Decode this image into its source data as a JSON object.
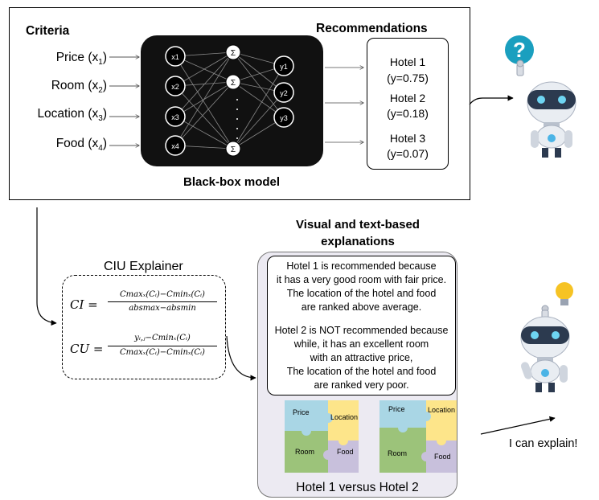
{
  "criteria": {
    "title": "Criteria",
    "items": [
      {
        "name": "Price",
        "sub": "1"
      },
      {
        "name": "Room",
        "sub": "2"
      },
      {
        "name": "Location",
        "sub": "3"
      },
      {
        "name": "Food",
        "sub": "4"
      }
    ]
  },
  "recommendations": {
    "title": "Recommendations",
    "hotels": [
      {
        "name": "Hotel 1",
        "score": "(y=0.75)"
      },
      {
        "name": "Hotel 2",
        "score": "(y=0.18)"
      },
      {
        "name": "Hotel 3",
        "score": "(y=0.07)"
      }
    ]
  },
  "black_box": {
    "label": "Black-box model",
    "inputs": [
      "x1",
      "x2",
      "x3",
      "x4"
    ],
    "outputs": [
      "y1",
      "y2",
      "y3"
    ],
    "sum_symbol": "Σ"
  },
  "ciu": {
    "title": "CIU Explainer",
    "ci_lhs": "CI",
    "ci_num": "Cmaxₓ(Cᵢ)−Cminₓ(Cᵢ)",
    "ci_den": "absmax−absmin",
    "cu_lhs": "CU",
    "cu_num": "yᵢ,ⱼ−Cminₓ(Cᵢ)",
    "cu_den": "Cmaxₓ(Cᵢ)−Cminₓ(Cᵢ)"
  },
  "explanations": {
    "title_line1": "Visual and text-based",
    "title_line2": "explanations",
    "hotel1_text": [
      "Hotel 1 is recommended because",
      "it has a very good room with fair price.",
      "The location of the hotel and food",
      "are ranked above average."
    ],
    "hotel2_text": [
      "Hotel 2 is NOT recommended because",
      "while, it has an excellent room",
      "with an attractive price,",
      "The location of the hotel and food",
      "are ranked very poor."
    ],
    "puzzle_labels": {
      "price": "Price",
      "location": "Location",
      "room": "Room",
      "food": "Food"
    },
    "comparison_caption": "Hotel 1 versus Hotel 2"
  },
  "robot": {
    "question_mark": "?",
    "caption": "I can explain!"
  },
  "colors": {
    "blackbox": "#111111",
    "panel": "#eceaf2",
    "puzzle_blue": "#a9d6e5",
    "puzzle_yellow": "#fde58a",
    "puzzle_green": "#9cc37a",
    "puzzle_purple": "#c8c0dc",
    "question_bubble": "#1a9fbf",
    "bulb": "#f6c324"
  }
}
